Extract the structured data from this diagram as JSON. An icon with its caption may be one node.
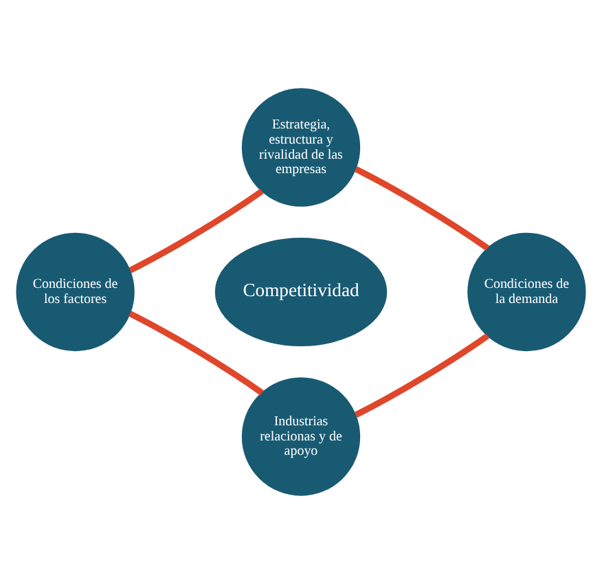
{
  "diagram": {
    "nodes": [
      {
        "text": [
          "Estrategia, estructura y rivalidad de las empresas"
        ]
      },
      {
        "text": [
          "Condiciones de los factores"
        ]
      },
      {
        "text": [
          "Competitividad"
        ]
      },
      {
        "text": [
          "Condiciones de la demanda"
        ]
      },
      {
        "text": [
          "Industrias relacionas y de apoyo"
        ]
      }
    ],
    "edges": [
      {
        "from": 0,
        "to": 3,
        "arrow": "none"
      },
      {
        "from": 3,
        "to": 4,
        "arrow": "none"
      },
      {
        "from": 4,
        "to": 1,
        "arrow": "none"
      },
      {
        "from": 1,
        "to": 0,
        "arrow": "none"
      }
    ]
  }
}
